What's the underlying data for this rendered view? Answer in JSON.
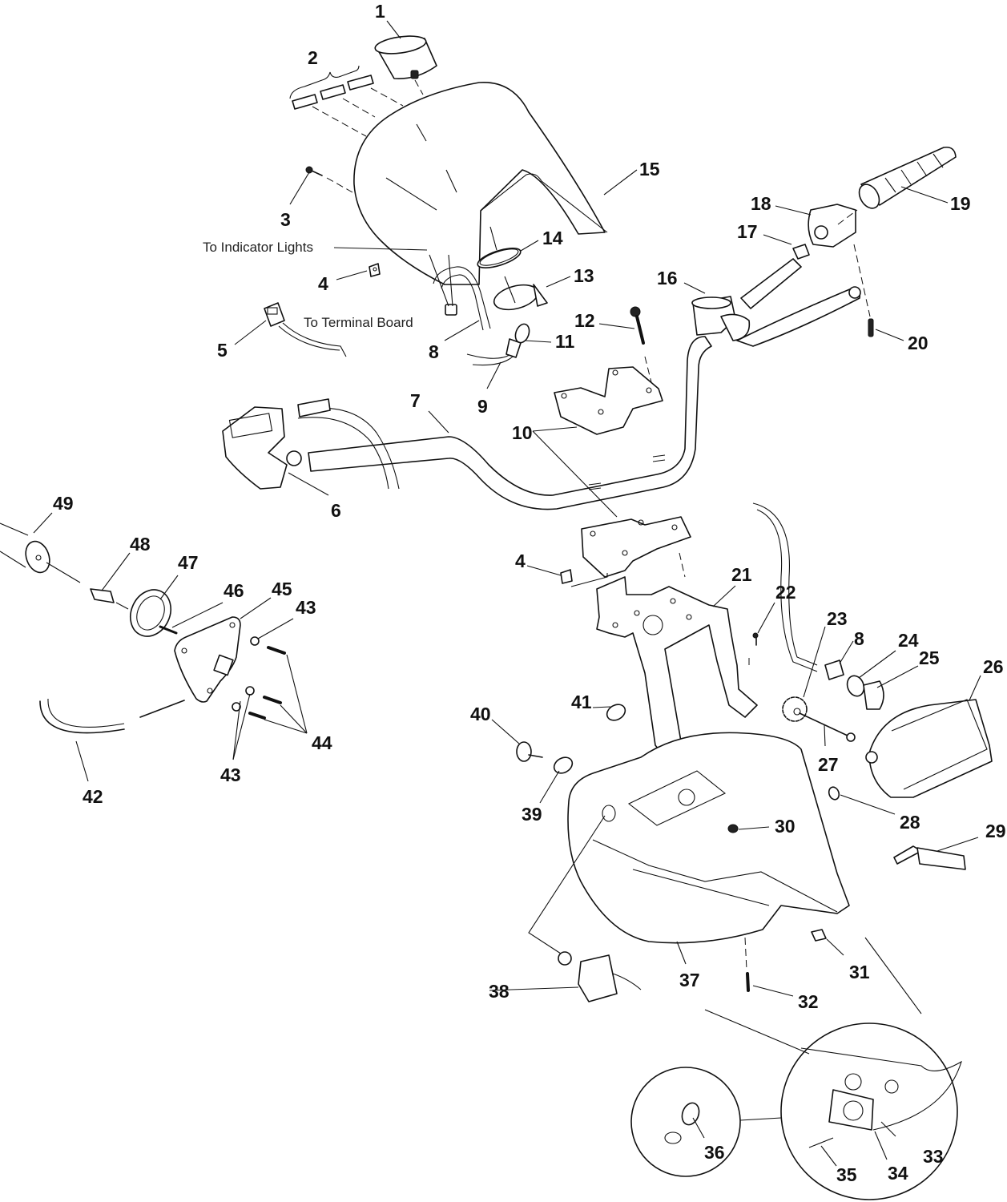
{
  "title": "Handlebar, Headlight Pod and Instrument Assembly - Exploded Parts Diagram",
  "notes": {
    "indicator_lights": "To Indicator Lights",
    "terminal_board": "To Terminal Board"
  },
  "callouts": {
    "c1": "1",
    "c2": "2",
    "c3": "3",
    "c4a": "4",
    "c4b": "4",
    "c5": "5",
    "c6": "6",
    "c7": "7",
    "c8a": "8",
    "c8b": "8",
    "c9": "9",
    "c10": "10",
    "c11": "11",
    "c12": "12",
    "c13": "13",
    "c14": "14",
    "c15": "15",
    "c16": "16",
    "c17": "17",
    "c18": "18",
    "c19": "19",
    "c20": "20",
    "c21": "21",
    "c22": "22",
    "c23": "23",
    "c24": "24",
    "c25": "25",
    "c26": "26",
    "c27": "27",
    "c28": "28",
    "c29": "29",
    "c30": "30",
    "c31": "31",
    "c32": "32",
    "c33": "33",
    "c34": "34",
    "c35": "35",
    "c36": "36",
    "c37": "37",
    "c38": "38",
    "c39": "39",
    "c40": "40",
    "c41": "41",
    "c42": "42",
    "c43a": "43",
    "c43b": "43",
    "c44": "44",
    "c45": "45",
    "c46": "46",
    "c47": "47",
    "c48": "48",
    "c49": "49"
  }
}
